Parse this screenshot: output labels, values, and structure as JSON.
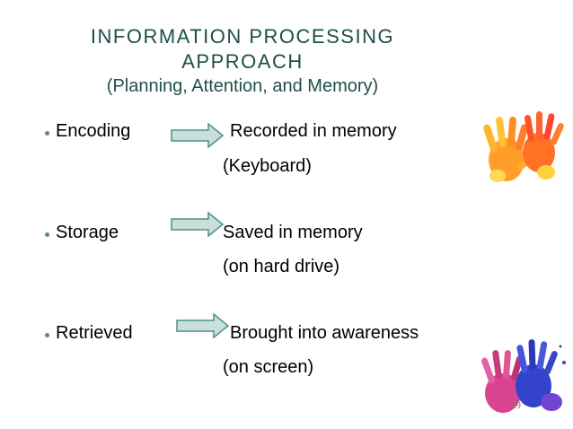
{
  "title": {
    "line1": "INFORMATION PROCESSING",
    "line2": "APPROACH",
    "subtitle": "(Planning, Attention, and Memory)"
  },
  "items": [
    {
      "term": "Encoding",
      "result": "Recorded in memory",
      "detail": "(Keyboard)"
    },
    {
      "term": "Storage",
      "result": "Saved in memory",
      "detail": "(on hard drive)"
    },
    {
      "term": "Retrieved",
      "result": "Brought into awareness",
      "detail": "(on screen)"
    }
  ],
  "page_number": "19",
  "colors": {
    "title": "#1f4e4a",
    "bullet": "#4f8f87",
    "arrow_fill": "#c9dfdc",
    "arrow_stroke": "#4f8f87"
  },
  "icons": {
    "arrow": "right-arrow-icon",
    "decoration_top": "painted-handprints",
    "decoration_bottom": "painted-handprints"
  }
}
